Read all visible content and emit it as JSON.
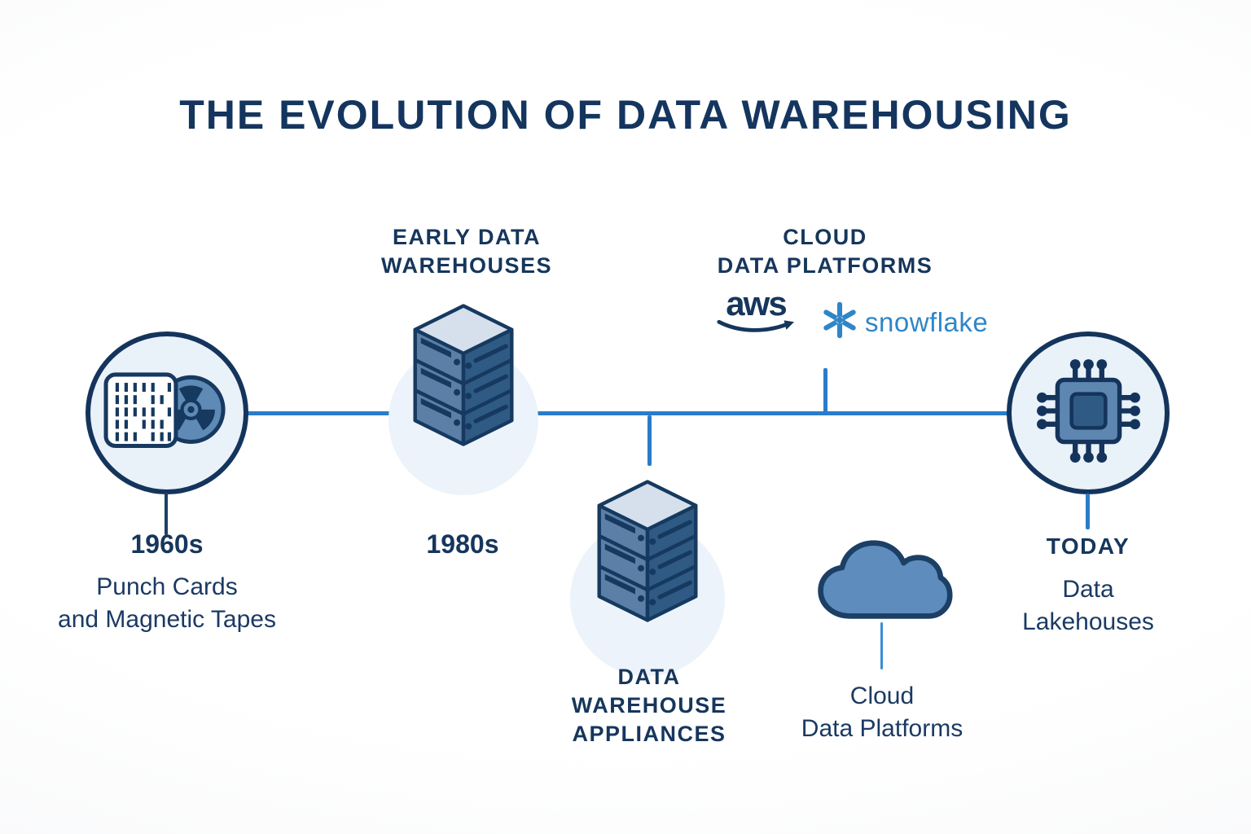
{
  "title": "THE EVOLUTION OF DATA WAREHOUSING",
  "colors": {
    "navy_text": "#16365c",
    "circle_border": "#14345c",
    "circle_fill": "#e9f1f9",
    "timeline_blue": "#2a7cc9",
    "icon_face_light": "#d5e0ec",
    "icon_face_mid": "#5b7fa6",
    "icon_face_dark": "#2f5a84",
    "snowflake_blue": "#2f86c7"
  },
  "nodes": {
    "era1960": {
      "year": "1960s",
      "label": "Punch Cards\nand Magnetic Tapes",
      "icon": "punch-card-and-magnetic-tape"
    },
    "era1980": {
      "heading": "EARLY DATA\nWAREHOUSES",
      "year": "1980s",
      "icon": "server-stack"
    },
    "appliances": {
      "heading": "DATA\nWAREHOUSE\nAPPLIANCES",
      "icon": "server-stack"
    },
    "cloud": {
      "heading": "CLOUD\nDATA PLATFORMS",
      "label": "Cloud\nData Platforms",
      "aws_logo_text": "aws",
      "snowflake_logo_text": "snowflake",
      "icon": "cloud"
    },
    "today": {
      "year": "TODAY",
      "label": "Data\nLakehouses",
      "icon": "microchip"
    }
  }
}
